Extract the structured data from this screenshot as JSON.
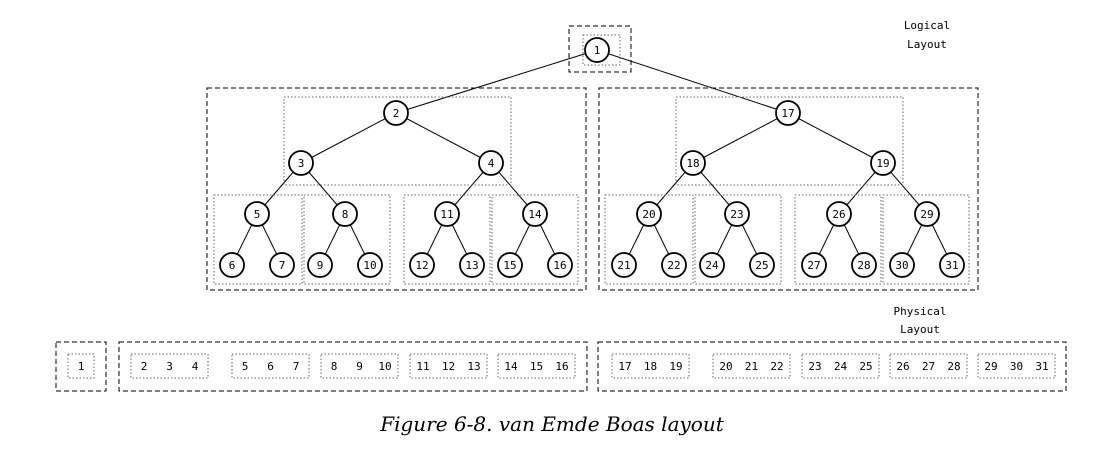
{
  "labels": {
    "logical": [
      "Logical",
      "Layout"
    ],
    "physical": [
      "Physical",
      "Layout"
    ]
  },
  "caption": "Figure 6-8. van Emde Boas layout",
  "tree": {
    "root": "1",
    "left": {
      "top": [
        "2",
        "3",
        "4"
      ],
      "subtrees": [
        [
          "5",
          "6",
          "7"
        ],
        [
          "8",
          "9",
          "10"
        ],
        [
          "11",
          "12",
          "13"
        ],
        [
          "14",
          "15",
          "16"
        ]
      ]
    },
    "right": {
      "top": [
        "17",
        "18",
        "19"
      ],
      "subtrees": [
        [
          "20",
          "21",
          "22"
        ],
        [
          "23",
          "24",
          "25"
        ],
        [
          "26",
          "27",
          "28"
        ],
        [
          "29",
          "30",
          "31"
        ]
      ]
    }
  },
  "physical": {
    "root": [
      "1"
    ],
    "left": [
      [
        "2",
        "3",
        "4"
      ],
      [
        "5",
        "6",
        "7"
      ],
      [
        "8",
        "9",
        "10"
      ],
      [
        "11",
        "12",
        "13"
      ],
      [
        "14",
        "15",
        "16"
      ]
    ],
    "right": [
      [
        "17",
        "18",
        "19"
      ],
      [
        "20",
        "21",
        "22"
      ],
      [
        "23",
        "24",
        "25"
      ],
      [
        "26",
        "27",
        "28"
      ],
      [
        "29",
        "30",
        "31"
      ]
    ]
  }
}
